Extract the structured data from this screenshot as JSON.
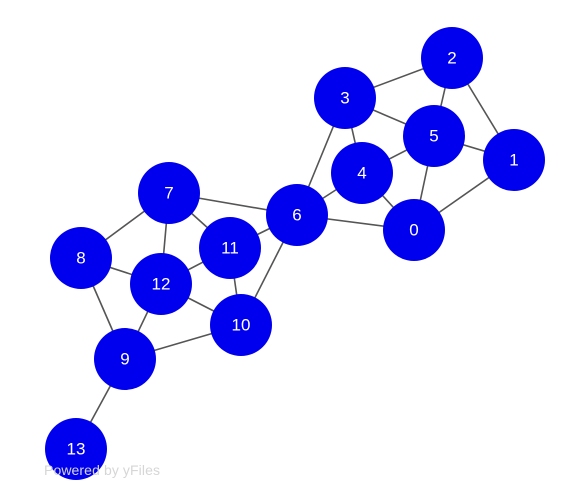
{
  "graph": {
    "node_color": "#0000ee",
    "label_color": "#ffffff",
    "edge_color": "#555555",
    "nodes": [
      {
        "id": "0",
        "label": "0"
      },
      {
        "id": "1",
        "label": "1"
      },
      {
        "id": "2",
        "label": "2"
      },
      {
        "id": "3",
        "label": "3"
      },
      {
        "id": "4",
        "label": "4"
      },
      {
        "id": "5",
        "label": "5"
      },
      {
        "id": "6",
        "label": "6"
      },
      {
        "id": "7",
        "label": "7"
      },
      {
        "id": "8",
        "label": "8"
      },
      {
        "id": "9",
        "label": "9"
      },
      {
        "id": "10",
        "label": "10"
      },
      {
        "id": "11",
        "label": "11"
      },
      {
        "id": "12",
        "label": "12"
      },
      {
        "id": "13",
        "label": "13"
      }
    ],
    "edges": [
      [
        "3",
        "2"
      ],
      [
        "2",
        "5"
      ],
      [
        "2",
        "1"
      ],
      [
        "3",
        "5"
      ],
      [
        "3",
        "4"
      ],
      [
        "3",
        "6"
      ],
      [
        "5",
        "1"
      ],
      [
        "5",
        "4"
      ],
      [
        "5",
        "0"
      ],
      [
        "1",
        "0"
      ],
      [
        "4",
        "0"
      ],
      [
        "4",
        "6"
      ],
      [
        "6",
        "0"
      ],
      [
        "6",
        "7"
      ],
      [
        "6",
        "11"
      ],
      [
        "6",
        "10"
      ],
      [
        "7",
        "8"
      ],
      [
        "7",
        "11"
      ],
      [
        "7",
        "12"
      ],
      [
        "11",
        "12"
      ],
      [
        "11",
        "10"
      ],
      [
        "8",
        "12"
      ],
      [
        "8",
        "9"
      ],
      [
        "12",
        "9"
      ],
      [
        "12",
        "10"
      ],
      [
        "9",
        "10"
      ],
      [
        "9",
        "13"
      ]
    ]
  },
  "watermark": "Powered by yFiles"
}
